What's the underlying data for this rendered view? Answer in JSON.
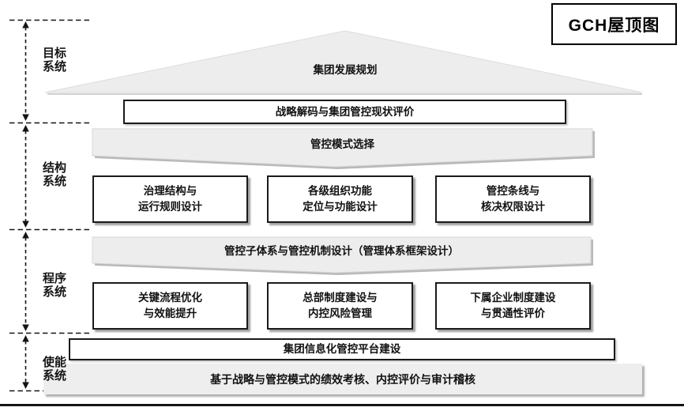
{
  "header": {
    "badge": "GCH屋顶图"
  },
  "rail_sections": [
    {
      "line1": "目标",
      "line2": "系统"
    },
    {
      "line1": "结构",
      "line2": "系统"
    },
    {
      "line1": "程序",
      "line2": "系统"
    },
    {
      "line1": "使能",
      "line2": "系统"
    }
  ],
  "roof": {
    "label": "集团发展规划"
  },
  "strategy_box": {
    "label": "战略解码与集团管控现状评价"
  },
  "mode_band": {
    "label": "管控模式选择"
  },
  "structure_boxes": [
    {
      "line1": "治理结构与",
      "line2": "运行规则设计"
    },
    {
      "line1": "各级组织功能",
      "line2": "定位与功能设计"
    },
    {
      "line1": "管控条线与",
      "line2": "核决权限设计"
    }
  ],
  "subsystem_band": {
    "label": "管控子体系与管控机制设计（管理体系框架设计）"
  },
  "procedure_boxes": [
    {
      "line1": "关键流程优化",
      "line2": "与效能提升"
    },
    {
      "line1": "总部制度建设与",
      "line2": "内控风险管理"
    },
    {
      "line1": "下属企业制度建设",
      "line2": "与贯通性评价"
    }
  ],
  "platform_box": {
    "label": "集团信息化管控平台建设"
  },
  "performance_bar": {
    "label": "基于战略与管控模式的绩效考核、内控评价与审计稽核"
  },
  "colors": {
    "shape_fill": "#ededed",
    "shape_stroke": "#d6d6d6",
    "shape_shadow": "#b9b9b9",
    "box_border": "#1a1a1a",
    "line": "#141414"
  }
}
